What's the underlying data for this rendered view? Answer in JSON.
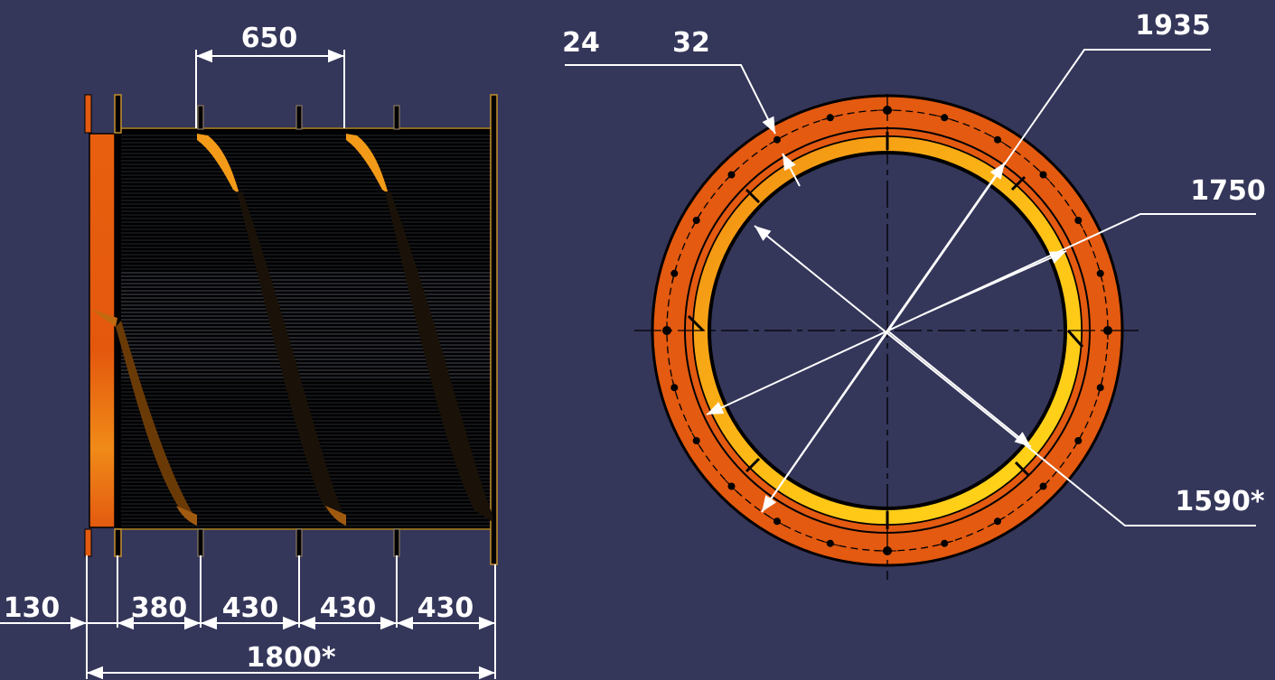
{
  "side_view": {
    "pitch_label": "650",
    "segment_labels": [
      "130",
      "380",
      "430",
      "430",
      "430"
    ],
    "overall_length_label": "1800*"
  },
  "front_view": {
    "flange_thickness_label": "24",
    "ring_width_label": "32",
    "outer_diameter_label": "1935",
    "mid_diameter_label": "1750",
    "inner_diameter_label": "1590*"
  },
  "colors": {
    "background": "#34365a",
    "flange_orange": "#e35a10",
    "ring_orange": "#f59a18",
    "ring_yellow": "#ffd21a",
    "body_black": "#000000",
    "dimension_line": "#ffffff"
  }
}
